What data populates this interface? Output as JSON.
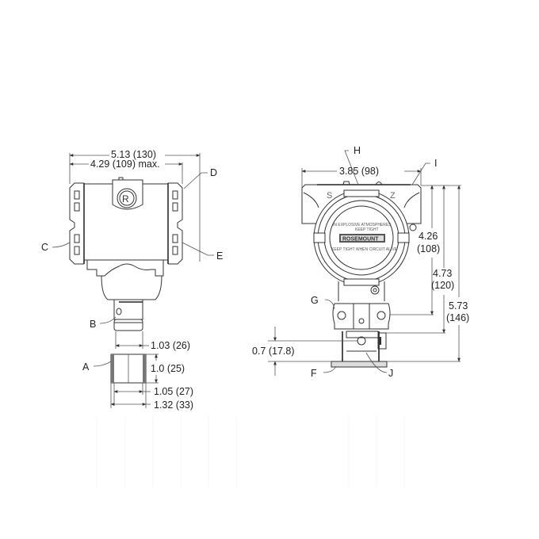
{
  "diagram": {
    "subject": "Pressure transmitter dimensional drawing",
    "brand_plate": "ROSEMOUNT",
    "cover_text_top": "IN EXPLOSIVE ATMOSPHERES",
    "cover_text_top2": "KEEP TIGHT",
    "cover_text_bottom": "KEEP TIGHT WHEN CIRCUIT ALIVE",
    "terminal_marks": [
      "S",
      "Z"
    ],
    "left_view": {
      "dimensions": {
        "overall_width": "5.13 (130)",
        "housing_width": "4.29 (109) max.",
        "process_conn_width": "1.03 (26)",
        "adapter_height": "1.0 (25)",
        "adapter_inner": "1.05 (27)",
        "adapter_outer": "1.32 (33)"
      },
      "callouts": {
        "A": "A",
        "B": "B",
        "C": "C",
        "D": "D",
        "E": "E"
      }
    },
    "right_view": {
      "dimensions": {
        "housing_width": "3.85 (98)",
        "h1_value": "4.26",
        "h1_mm": "(108)",
        "h2_value": "4.73",
        "h2_mm": "(120)",
        "h3_value": "5.73",
        "h3_mm": "(146)",
        "flange_height": "0.7 (17.8)"
      },
      "callouts": {
        "F": "F",
        "G": "G",
        "H": "H",
        "I": "I",
        "J": "J"
      }
    },
    "colors": {
      "line": "#333333",
      "background": "#ffffff",
      "dimension_line": "#555555"
    }
  }
}
